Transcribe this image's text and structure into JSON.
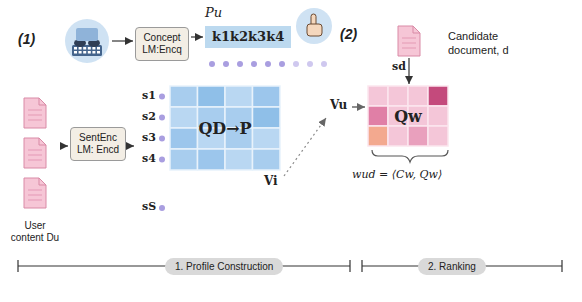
{
  "diagram": {
    "nodes": [
      {
        "text": [
          "(1)"
        ]
      },
      {
        "text": [
          "Concept LM:Encq"
        ]
      },
      {
        "text": [
          "Pu",
          "k1k2k3k4"
        ]
      },
      {
        "text": [
          "(2)"
        ]
      },
      {
        "text": [
          "Candidate document, d"
        ]
      },
      {
        "text": [
          "SentEnc LM: Encd"
        ]
      },
      {
        "text": [
          "QD→P"
        ]
      },
      {
        "text": [
          "Qw"
        ]
      },
      {
        "text": [
          "User content Du"
        ]
      },
      {
        "text": [
          "1. Profile Construction"
        ]
      },
      {
        "text": [
          "2. Ranking"
        ]
      }
    ],
    "edges": [
      {
        "from": 0,
        "to": 1,
        "arrow": "to"
      },
      {
        "from": 1,
        "to": 2,
        "arrow": "to"
      },
      {
        "from": 8,
        "to": 5,
        "arrow": "to"
      },
      {
        "from": 5,
        "to": 6,
        "arrow": "to"
      },
      {
        "from": 4,
        "to": 7,
        "arrow": "to"
      }
    ],
    "labels": [
      "s1",
      "s2",
      "s3",
      "s4",
      "sS",
      "Vi",
      "Vu",
      "sd",
      "wud = ⟨Cw, Qw⟩"
    ]
  }
}
